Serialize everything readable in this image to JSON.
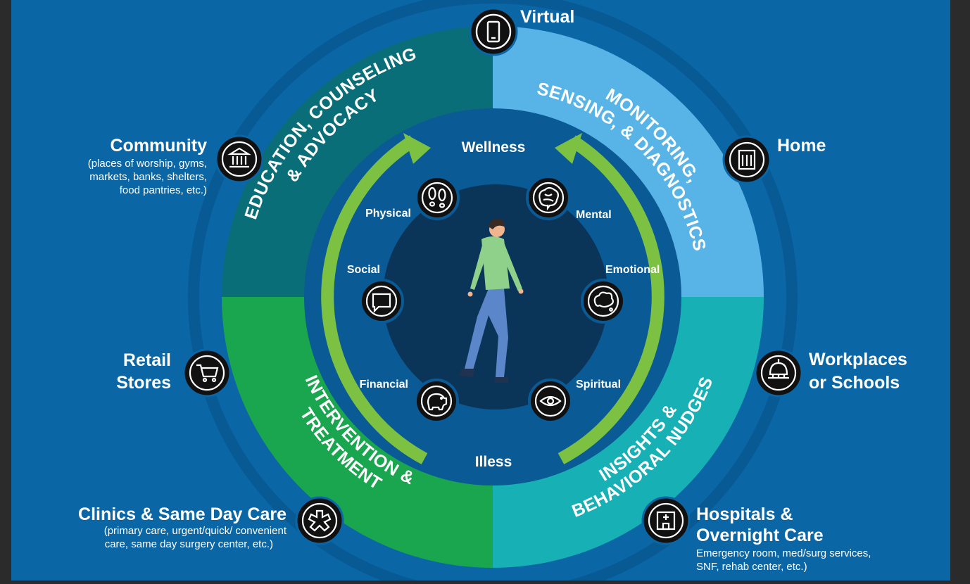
{
  "colors": {
    "background": "#0b66a6",
    "frame": "#2b2b2b",
    "outer_ring": "#075a94",
    "band_education": "#0a6e78",
    "band_monitoring": "#58b4e6",
    "band_insights": "#17b0b4",
    "band_intervention": "#1aa64f",
    "inner_disc": "#0a5a95",
    "core_disc": "#0b3558",
    "arrow_green": "#7dc142",
    "node_fill": "#111111"
  },
  "center": {
    "top_label": "Wellness",
    "bottom_label": "Illess"
  },
  "bands": {
    "education": [
      "EDUCATION, COUNSELING",
      "& ADVOCACY"
    ],
    "monitoring": [
      "MONITORING,",
      "SENSING, & DIAGNOSTICS"
    ],
    "insights": [
      "INSIGHTS &",
      "BEHAVIORAL NUDGES"
    ],
    "intervention": [
      "INTERVENTION &",
      "TREATMENT"
    ]
  },
  "dimensions": [
    {
      "label": "Physical",
      "icon": "footprints-icon"
    },
    {
      "label": "Mental",
      "icon": "brain-icon"
    },
    {
      "label": "Social",
      "icon": "speech-bubble-icon"
    },
    {
      "label": "Emotional",
      "icon": "thought-cloud-icon"
    },
    {
      "label": "Financial",
      "icon": "piggy-bank-icon"
    },
    {
      "label": "Spiritual",
      "icon": "eye-icon"
    }
  ],
  "locations": {
    "virtual": {
      "title": [
        "Virtual"
      ],
      "subtitle": [],
      "icon": "smartphone-icon"
    },
    "home": {
      "title": [
        "Home"
      ],
      "subtitle": [],
      "icon": "building-icon"
    },
    "community": {
      "title": [
        "Community"
      ],
      "subtitle": [
        "(places of worship, gyms,",
        "markets, banks, shelters,",
        "food pantries, etc.)"
      ],
      "icon": "bank-icon"
    },
    "retail": {
      "title": [
        "Retail",
        "Stores"
      ],
      "subtitle": [],
      "icon": "shopping-cart-icon"
    },
    "workplaces": {
      "title": [
        "Workplaces",
        "or Schools"
      ],
      "subtitle": [],
      "icon": "capitol-dome-icon"
    },
    "clinics": {
      "title": [
        "Clinics & Same Day Care"
      ],
      "subtitle": [
        "(primary care, urgent/quick/ convenient",
        "care, same day surgery center, etc.)"
      ],
      "icon": "medical-star-icon"
    },
    "hospitals": {
      "title": [
        "Hospitals &",
        "Overnight Care"
      ],
      "subtitle": [
        "Emergency room, med/surg services,",
        "SNF, rehab center, etc.)"
      ],
      "icon": "hospital-icon"
    }
  }
}
